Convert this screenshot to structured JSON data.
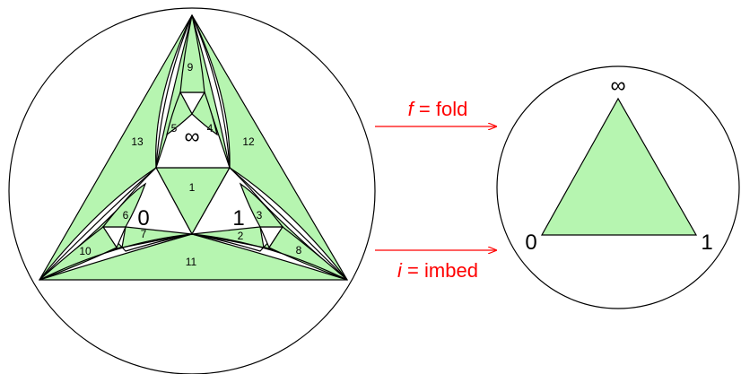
{
  "colors": {
    "fill": "#b6f5b0",
    "stroke": "#000000",
    "arrow": "#ff0000"
  },
  "left_diagram": {
    "regions": [
      "1",
      "2",
      "3",
      "4",
      "5",
      "6",
      "7",
      "8",
      "9",
      "10",
      "11",
      "12",
      "13"
    ],
    "vertex_labels": {
      "zero": "0",
      "one": "1",
      "infinity": "∞"
    }
  },
  "right_diagram": {
    "vertex_labels": {
      "zero": "0",
      "one": "1",
      "infinity": "∞"
    }
  },
  "arrows": {
    "fold": {
      "var": "f",
      "rest": " = fold"
    },
    "imbed": {
      "var": "i",
      "rest": " = imbed"
    }
  }
}
